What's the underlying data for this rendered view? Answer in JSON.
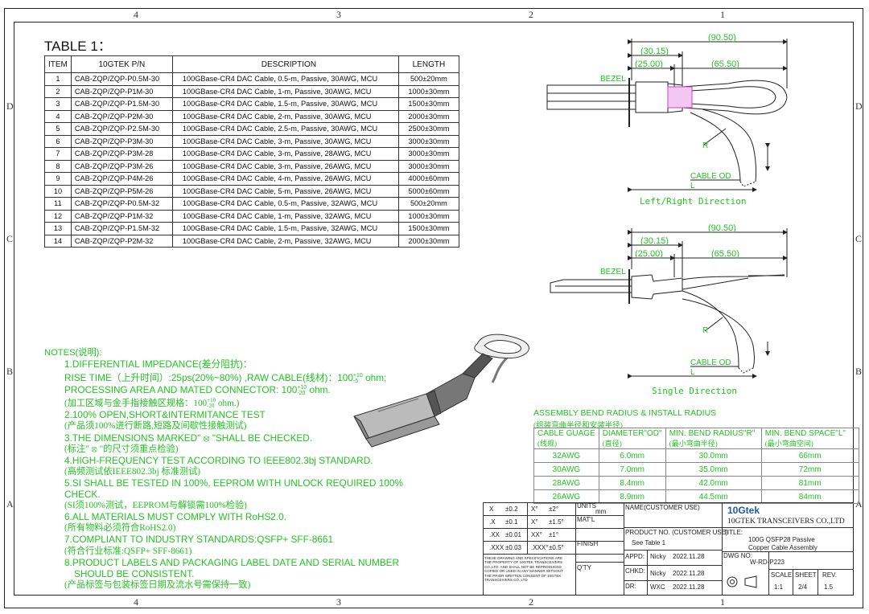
{
  "zones": {
    "top": [
      "4",
      "3",
      "2",
      "1"
    ],
    "bottom": [
      "4",
      "3",
      "2",
      "1"
    ],
    "left": [
      "D",
      "C",
      "B",
      "A"
    ],
    "right": [
      "D",
      "C",
      "B",
      "A"
    ]
  },
  "table1": {
    "title": "TABLE 1：",
    "headers": [
      "ITEM",
      "10GTEK P/N",
      "DESCRIPTION",
      "LENGTH"
    ],
    "rows": [
      {
        "item": "1",
        "pn": "CAB-ZQP/ZQP-P0.5M-30",
        "desc": "100GBase-CR4 DAC Cable, 0.5-m, Passive, 30AWG, MCU",
        "length": "500±20mm"
      },
      {
        "item": "2",
        "pn": "CAB-ZQP/ZQP-P1M-30",
        "desc": "100GBase-CR4 DAC Cable, 1-m, Passive, 30AWG, MCU",
        "length": "1000±30mm"
      },
      {
        "item": "3",
        "pn": "CAB-ZQP/ZQP-P1.5M-30",
        "desc": "100GBase-CR4 DAC Cable, 1.5-m, Passive, 30AWG, MCU",
        "length": "1500±30mm"
      },
      {
        "item": "4",
        "pn": "CAB-ZQP/ZQP-P2M-30",
        "desc": "100GBase-CR4 DAC Cable, 2-m, Passive, 30AWG, MCU",
        "length": "2000±30mm"
      },
      {
        "item": "5",
        "pn": "CAB-ZQP/ZQP-P2.5M-30",
        "desc": "100GBase-CR4 DAC Cable, 2.5-m, Passive, 30AWG, MCU",
        "length": "2500±30mm"
      },
      {
        "item": "6",
        "pn": "CAB-ZQP/ZQP-P3M-30",
        "desc": "100GBase-CR4 DAC Cable, 3-m, Passive, 30AWG, MCU",
        "length": "3000±30mm"
      },
      {
        "item": "7",
        "pn": "CAB-ZQP/ZQP-P3M-28",
        "desc": "100GBase-CR4 DAC Cable, 3-m, Passive, 28AWG, MCU",
        "length": "3000±30mm"
      },
      {
        "item": "8",
        "pn": "CAB-ZQP/ZQP-P3M-26",
        "desc": "100GBase-CR4 DAC Cable, 3-m, Passive, 26AWG, MCU",
        "length": "3000±30mm"
      },
      {
        "item": "9",
        "pn": "CAB-ZQP/ZQP-P4M-26",
        "desc": "100GBase-CR4 DAC Cable, 4-m, Passive, 26AWG, MCU",
        "length": "4000±60mm"
      },
      {
        "item": "10",
        "pn": "CAB-ZQP/ZQP-P5M-26",
        "desc": "100GBase-CR4 DAC Cable, 5-m, Passive, 26AWG, MCU",
        "length": "5000±60mm"
      },
      {
        "item": "11",
        "pn": "CAB-ZQP/ZQP-P0.5M-32",
        "desc": "100GBase-CR4 DAC Cable, 0.5-m, Passive, 32AWG, MCU",
        "length": "500±20mm"
      },
      {
        "item": "12",
        "pn": "CAB-ZQP/ZQP-P1M-32",
        "desc": "100GBase-CR4 DAC Cable, 1-m, Passive, 32AWG, MCU",
        "length": "1000±30mm"
      },
      {
        "item": "13",
        "pn": "CAB-ZQP/ZQP-P1.5M-32",
        "desc": "100GBase-CR4 DAC Cable, 1.5-m, Passive, 32AWG, MCU",
        "length": "1500±30mm"
      },
      {
        "item": "14",
        "pn": "CAB-ZQP/ZQP-P2M-32",
        "desc": "100GBase-CR4 DAC Cable, 2-m, Passive, 32AWG, MCU",
        "length": "2000±30mm"
      }
    ]
  },
  "notes": {
    "heading": "NOTES(说明):",
    "n1": "1.DIFFERENTIAL IMPEDANCE(差分阻抗)：",
    "n1_rise_a": "RISE TIME（上升时间）:25ps(20%~80%) ,RAW CABLE(线材)：100",
    "n1_rise_sup": "+10",
    "n1_rise_sub": "-5",
    "n1_rise_b": " ohm;",
    "n1_proc_a": "PROCESSING AREA AND MATED CONNECTOR: 100",
    "n1_proc_sup": "+10",
    "n1_proc_sub": "-20",
    "n1_proc_b": " ohm.",
    "n1_cn_a": "(加工区域与金手指接触区规格：100",
    "n1_cn_sup": "+10",
    "n1_cn_sub": "-20",
    "n1_cn_b": " ohm.)",
    "n2": "2.100% OPEN,SHORT&INTERMITANCE TEST",
    "n2_cn": "(产品须100%进行断路,短路及间歇性接触测试)",
    "n3": "3.THE DIMENSIONS MARKED\" ⦻ \"SHALL BE CHECKED.",
    "n3_cn": "(标注\" ⦻ \"的尺寸须重点检验)",
    "n4": "4.HIGH-FREQUENCY TEST ACCORDING TO IEEE802.3bj STANDARD.",
    "n4_cn": "(高频测试依IEEE802.3bj 标准测试)",
    "n5": "5.SI SHALL BE TESTED IN 100%, EEPROM WITH UNLOCK REQUIRED 100% CHECK.",
    "n5_cn": "(SI须100%测试，EEPROM与解锁需100%检验)",
    "n6": "6.ALL MATERIALS MUST COMPLY WITH RoHS2.0.",
    "n6_cn": "(所有物料必须符合RoHS2.0)",
    "n7": "7.COMPLIANT TO INDUSTRY STANDARDS:QSFP+ SFF-8661",
    "n7_cn": "(符合行业标准:QSFP+ SFF-8661)",
    "n8": "8.PRODUCT LABELS AND PACKAGING LABEL DATE AND SERIAL NUMBER",
    "n8b": "SHOULD BE CONSISTENT.",
    "n8_cn": "(产品标签与包装标签日期及流水号需保持一致)"
  },
  "views": {
    "top": {
      "d1": "(90.50)",
      "d2": "(30.15)",
      "d3": "(25.00)",
      "d4": "(65.50)",
      "bezel": "BEZEL",
      "r": "R",
      "od": "CABLE OD",
      "l": "L",
      "caption": "Left/Right Direction"
    },
    "bottom": {
      "d1": "(90.50)",
      "d2": "(30.15)",
      "d3": "(25.00)",
      "d4": "(65.50)",
      "bezel": "BEZEL",
      "r": "R",
      "od": "CABLE OD",
      "l": "L",
      "caption": "Single Direction"
    }
  },
  "bend": {
    "title": "ASSEMBLY BEND RADIUS & INSTALL RADIUS",
    "subtitle": "(组装弯曲半径和安装半径)",
    "headers": [
      "CABLE GUAGE",
      "DIAMETER\"OD\"",
      "MIN. BEND RADIUS\"R\"",
      "MIN. BEND SPACE\"L\""
    ],
    "headers_cn": [
      "(线规)",
      "(直径)",
      "(最小弯曲半径)",
      "(最小弯曲空间)"
    ],
    "rows": [
      [
        "32AWG",
        "6.0mm",
        "30.0mm",
        "66mm"
      ],
      [
        "30AWG",
        "7.0mm",
        "35.0mm",
        "72mm"
      ],
      [
        "28AWG",
        "8.4mm",
        "42.0mm",
        "81mm"
      ],
      [
        "26AWG",
        "8.9mm",
        "44.5mm",
        "84mm"
      ]
    ]
  },
  "title_block": {
    "tol": [
      [
        "X",
        "±0.2",
        "X°",
        "±2°"
      ],
      [
        ".X",
        "±0.1",
        "X°",
        "±1.5°"
      ],
      [
        ".XX",
        "±0.01",
        "XX°",
        "±1°"
      ],
      [
        ".XXX",
        "±0.03",
        ".XXX°",
        "±0.5°"
      ]
    ],
    "units_label": "UNITS",
    "units": "mm",
    "matl": "MAT'L",
    "finish": "FINISH",
    "qty": "Q'TY",
    "disclaimer1": "THESE DRAWING AND SPECIFICATIONS ARE",
    "disclaimer2": "THE PROPERTY OF 10GTEK TRANSCEIVERS",
    "disclaimer3": "CO.,LTD. AND SHALL NOT BE REPRODUCED",
    "disclaimer4": "COPIED OR USED IN ANY MANNER WITHOUT",
    "disclaimer5": "THE PRIOR WRITTEN CONSENT OF 10GTEK",
    "disclaimer6": "TRANSCEIVERS CO.,LTD",
    "name_label": "NAME(CUSTOMER USE)",
    "pn_label": "PRODUCT NO. (CUSTOMER USE)",
    "pn_value": "See Table 1",
    "appd_label": "APPD:",
    "appd_name": "Nicky",
    "appd_date": "2022.11.28",
    "chkd_label": "CHKD:",
    "chkd_name": "Nicky",
    "chkd_date": "2022.11.28",
    "dr_label": "DR:",
    "dr_name": "WXC",
    "dr_date": "2022.11.28",
    "logo": "10Gtek",
    "company": "10GTEK TRANSCEIVERS CO.,LTD",
    "title_label": "TITLE:",
    "title1": "100G  QSFP28 Passive",
    "title2": "Copper Cable Assembly",
    "dwg_label": "DWG NO:",
    "dwg_no": "W-RD-P223",
    "scale_label": "SCALE",
    "scale": "1:1",
    "sheet_label": "SHEET",
    "sheet": "2/4",
    "rev_label": "REV.",
    "rev": "1.5"
  },
  "colors": {
    "green": "#22c322",
    "pink": "#d040d0",
    "line": "#222222"
  }
}
